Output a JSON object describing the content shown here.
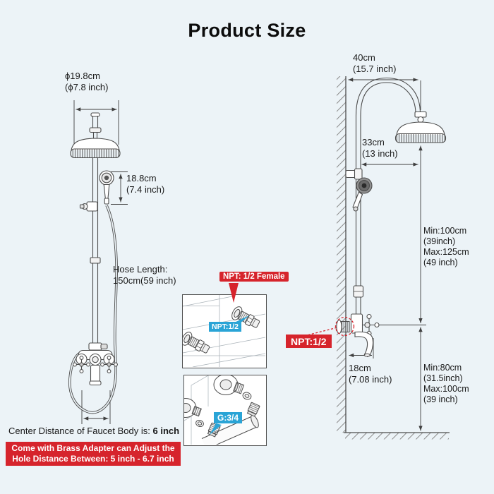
{
  "title": "Product Size",
  "colors": {
    "background": "#ecf3f7",
    "accent_red": "#d6242c",
    "accent_blue": "#2aa4d6",
    "line": "#4d4d4d"
  },
  "left_figure": {
    "head_diameter": {
      "line1": "ϕ19.8cm",
      "line2": "(ϕ7.8 inch)"
    },
    "hand_shower_length": {
      "line1": "18.8cm",
      "line2": "(7.4 inch)"
    },
    "hose_length": {
      "line1": "Hose Length:",
      "line2": "150cm(59 inch)"
    },
    "center_distance": {
      "prefix": "Center Distance of Faucet Body is: ",
      "value": "6 inch"
    },
    "adapter_note": {
      "line1": "Come with Brass Adapter can Adjust the",
      "line2_prefix": "Hole Distance Between: ",
      "line2_value": "5 inch - 6.7 inch"
    }
  },
  "connection_insets": {
    "npt_female_label": "NPT: 1/2 Female",
    "npt_half_label": "NPT:1/2",
    "g_three_quarter_label": "G:3/4"
  },
  "right_figure": {
    "arm_width": {
      "line1": "40cm",
      "line2": "(15.7 inch)"
    },
    "head_offset": {
      "line1": "33cm",
      "line2": "(13 inch)"
    },
    "upper_height": {
      "line1": "Min:100cm",
      "line2": "(39inch)",
      "line3": "Max:125cm",
      "line4": "(49 inch)"
    },
    "npt_label": "NPT:1/2",
    "spout_length": {
      "line1": "18cm",
      "line2": "(7.08 inch)"
    },
    "lower_height": {
      "line1": "Min:80cm",
      "line2": "(31.5inch)",
      "line3": "Max:100cm",
      "line4": "(39 inch)"
    }
  }
}
